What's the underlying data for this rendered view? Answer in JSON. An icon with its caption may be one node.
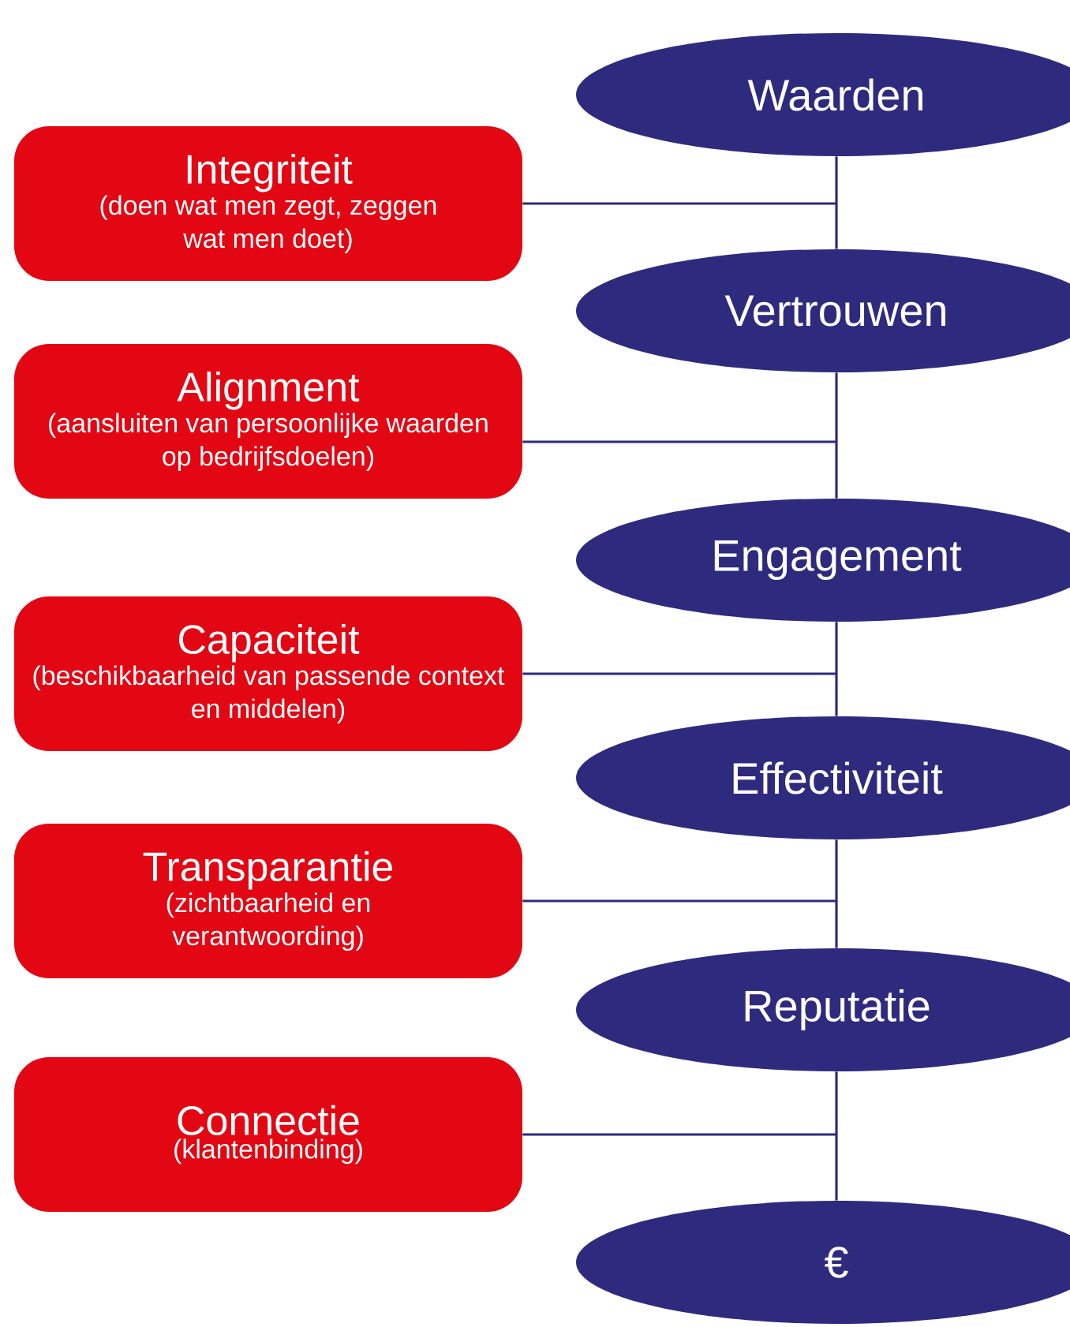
{
  "diagram": {
    "nodes": [
      {
        "text": [
          "Waarden"
        ]
      },
      {
        "text": [
          "Integriteit",
          "(doen wat men zegt, zeggen wat men doet)"
        ]
      },
      {
        "text": [
          "Vertrouwen"
        ]
      },
      {
        "text": [
          "Alignment",
          "(aansluiten van persoonlijke waarden op bedrijfsdoelen)"
        ]
      },
      {
        "text": [
          "Engagement"
        ]
      },
      {
        "text": [
          "Capaciteit",
          "(beschikbaarheid van passende context en middelen)"
        ]
      },
      {
        "text": [
          "Effectiviteit"
        ]
      },
      {
        "text": [
          "Transparantie",
          "(zichtbaarheid en verantwoording)"
        ]
      },
      {
        "text": [
          "Reputatie"
        ]
      },
      {
        "text": [
          "Connectie",
          "(klantenbinding)"
        ]
      },
      {
        "text": [
          "€"
        ]
      }
    ],
    "edges": [
      {
        "from": 0,
        "to": 2,
        "arrow": "none"
      },
      {
        "from": 2,
        "to": 4,
        "arrow": "none"
      },
      {
        "from": 4,
        "to": 6,
        "arrow": "none"
      },
      {
        "from": 6,
        "to": 8,
        "arrow": "none"
      },
      {
        "from": 8,
        "to": 10,
        "arrow": "none"
      },
      {
        "from": 1,
        "to": null,
        "arrow": "none"
      },
      {
        "from": 3,
        "to": null,
        "arrow": "none"
      },
      {
        "from": 5,
        "to": null,
        "arrow": "none"
      },
      {
        "from": 7,
        "to": null,
        "arrow": "none"
      },
      {
        "from": 9,
        "to": null,
        "arrow": "none"
      }
    ]
  }
}
